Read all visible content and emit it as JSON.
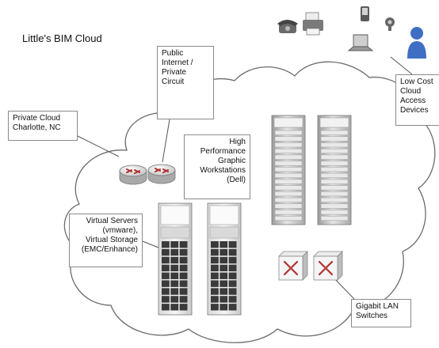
{
  "title": "Little's BIM Cloud",
  "labels": {
    "public_internet": [
      "Public",
      "Internet /",
      "Private",
      "Circuit"
    ],
    "private_cloud": [
      "Private Cloud",
      "Charlotte, NC"
    ],
    "workstations": [
      "High",
      "Performance",
      "Graphic",
      "Workstations",
      "(Dell)"
    ],
    "virtual_servers": [
      "Virtual Servers",
      "(vmware),",
      "Virtual Storage",
      "(EMC/Enhance)"
    ],
    "gigabit": [
      "Gigabit LAN",
      "Switches"
    ],
    "low_cost": [
      "Low Cost",
      "Cloud",
      "Access",
      "Devices"
    ]
  },
  "icons": [
    "phone-icon",
    "printer-icon",
    "pda-icon",
    "webcam-icon",
    "laptop-icon",
    "user-icon",
    "router-icon",
    "server-rack-icon",
    "lan-switch-icon"
  ],
  "colors": {
    "cloud_stroke": "#6b6b6b",
    "box_border": "#8a8a8a",
    "router_red": "#b03030",
    "user_blue": "#3f6fc4"
  }
}
